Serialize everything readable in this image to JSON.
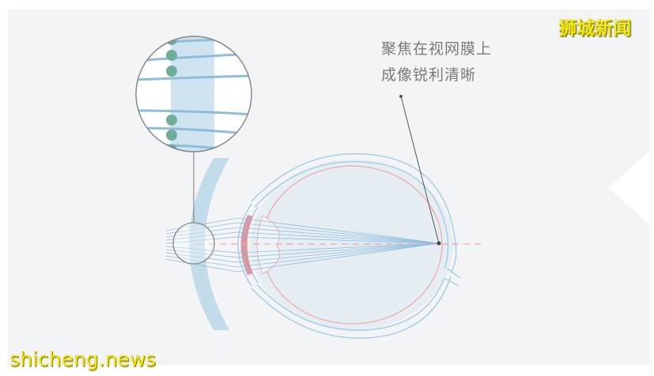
{
  "diagram": {
    "caption_lines": [
      "聚焦在视网膜上",
      "成像锐利清晰"
    ],
    "caption_meaning": "Focused on the retina, image sharp and clear",
    "elements": [
      "magnifier-detail-circle",
      "cornea-lens-overlay",
      "eyeball-cross-section",
      "crystalline-lens",
      "light-rays",
      "focal-point",
      "optical-axis",
      "pointer-line"
    ],
    "colors": {
      "background": "#f3f4f6",
      "eye_outline": "#a9cfe3",
      "retina": "#e8b4b8",
      "iris": "#d98e98",
      "rays": "#8fbedb",
      "ray_cone": "#b9d7ea",
      "vitreous": "#e6edf3",
      "dots": "#6fae9a",
      "pointer": "#555555"
    }
  },
  "watermarks": {
    "top_right": "狮城新闻",
    "bottom_left": "shicheng.news"
  }
}
